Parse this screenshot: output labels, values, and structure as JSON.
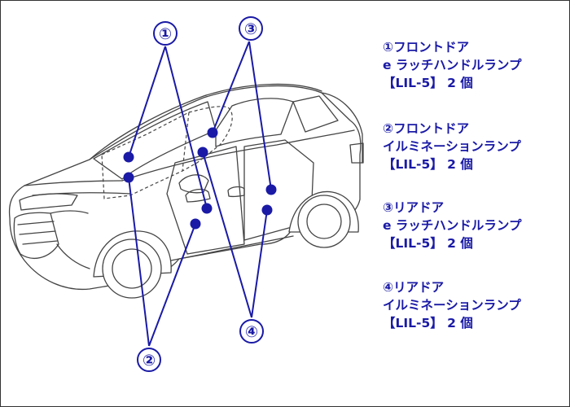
{
  "labels": {
    "n1": "①",
    "n2": "②",
    "n3": "③",
    "n4": "④"
  },
  "legend": [
    {
      "line1": "①フロントドア",
      "line2": "e ラッチハンドルランプ",
      "line3": "【LIL-5】 2 個"
    },
    {
      "line1": "②フロントドア",
      "line2": "イルミネーションランプ",
      "line3": "【LIL-5】 2 個"
    },
    {
      "line1": "③リアドア",
      "line2": "e ラッチハンドルランプ",
      "line3": "【LIL-5】 2 個"
    },
    {
      "line1": "④リアドア",
      "line2": "イルミネーションランプ",
      "line3": "【LIL-5】 2 個"
    }
  ],
  "colors": {
    "accent": "#1a1aa6",
    "line_art": "#444444",
    "border": "#333333"
  }
}
